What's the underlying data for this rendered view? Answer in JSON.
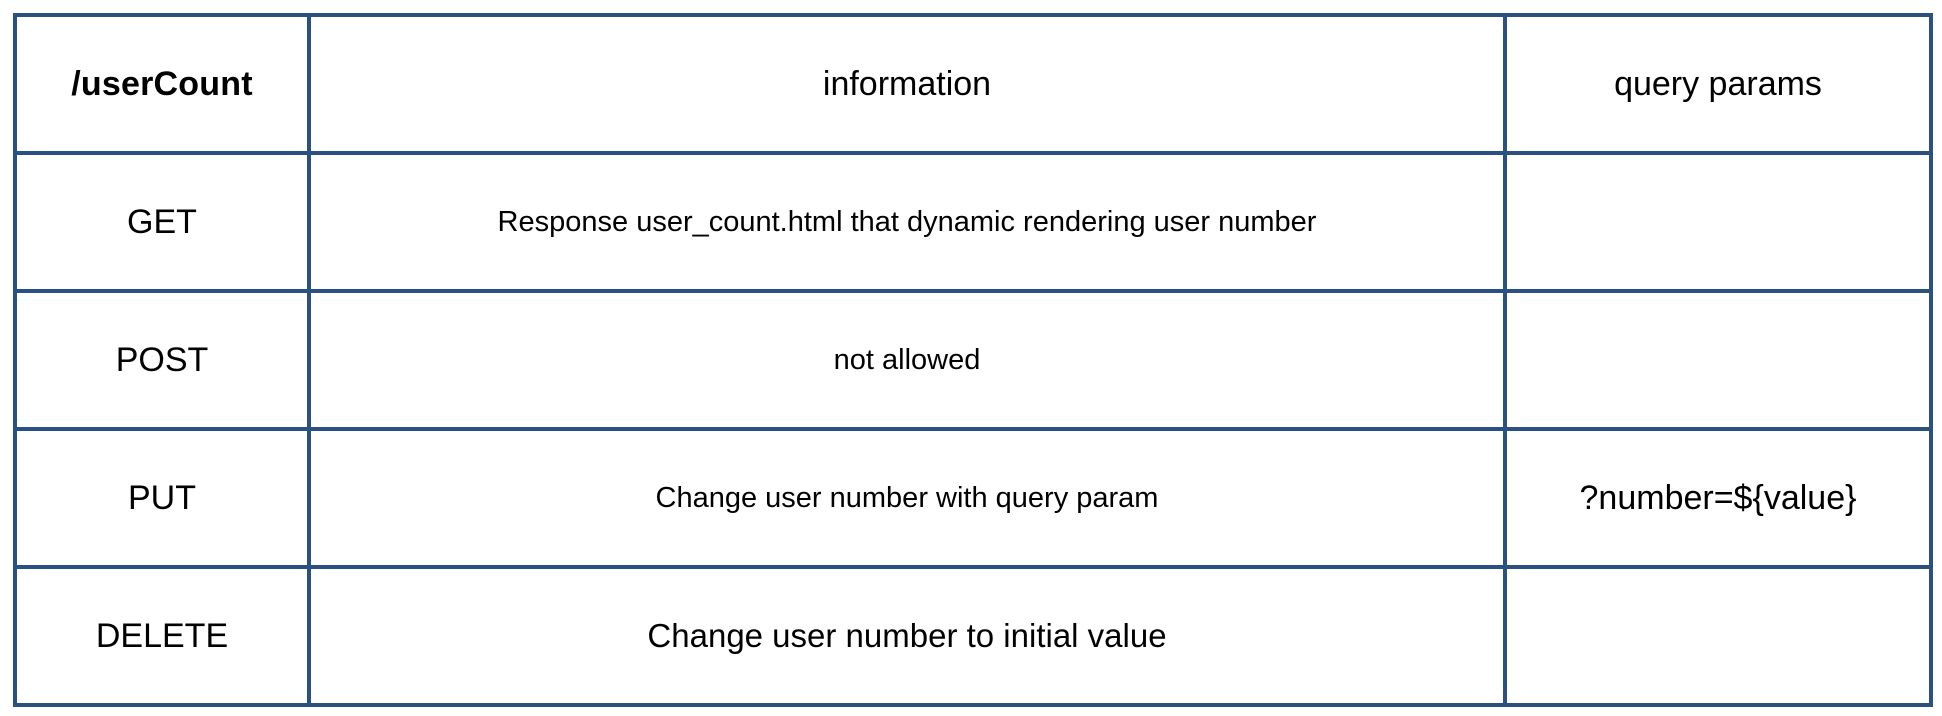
{
  "table": {
    "border_color": "#2b5181",
    "text_color": "#000000",
    "header": {
      "endpoint": "/userCount",
      "information_label": "information",
      "query_params_label": "query params"
    },
    "rows": [
      {
        "method": "GET",
        "information": "Response user_count.html that dynamic rendering user number",
        "query_params": ""
      },
      {
        "method": "POST",
        "information": "not allowed",
        "query_params": ""
      },
      {
        "method": "PUT",
        "information": "Change user number with query param",
        "query_params": "?number=${value}"
      },
      {
        "method": "DELETE",
        "information": "Change user number to initial value",
        "query_params": ""
      }
    ]
  }
}
